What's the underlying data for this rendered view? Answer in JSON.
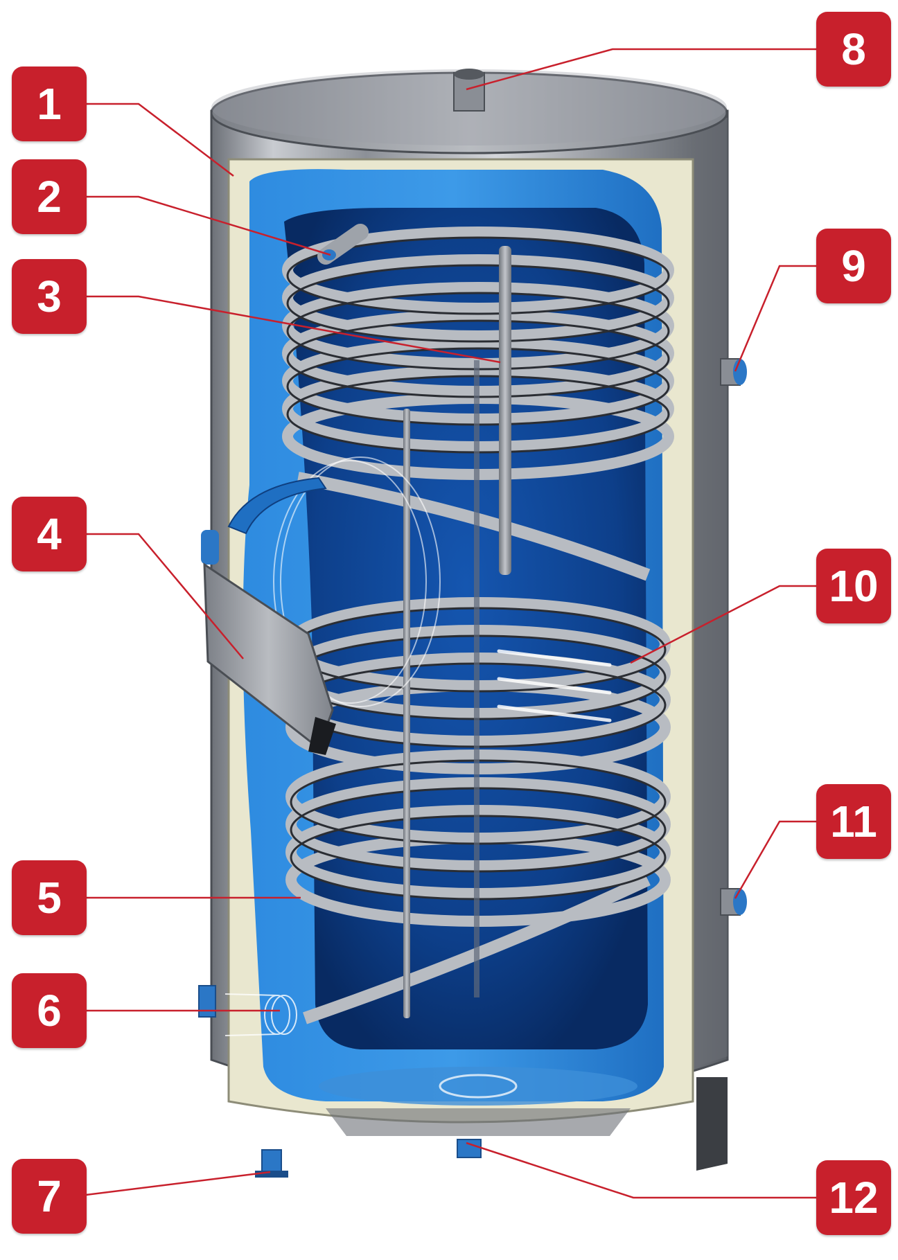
{
  "labels": [
    "1",
    "2",
    "3",
    "4",
    "5",
    "6",
    "7",
    "8",
    "9",
    "10",
    "11",
    "12"
  ],
  "colors": {
    "badge": "#c8202c",
    "leader": "#c8202c",
    "steel": "#8e939b",
    "insulation": "#e9e7cf",
    "enamel": "#1f6fc2",
    "inner": "#0d3f8a",
    "coil": "#b4b8be"
  }
}
